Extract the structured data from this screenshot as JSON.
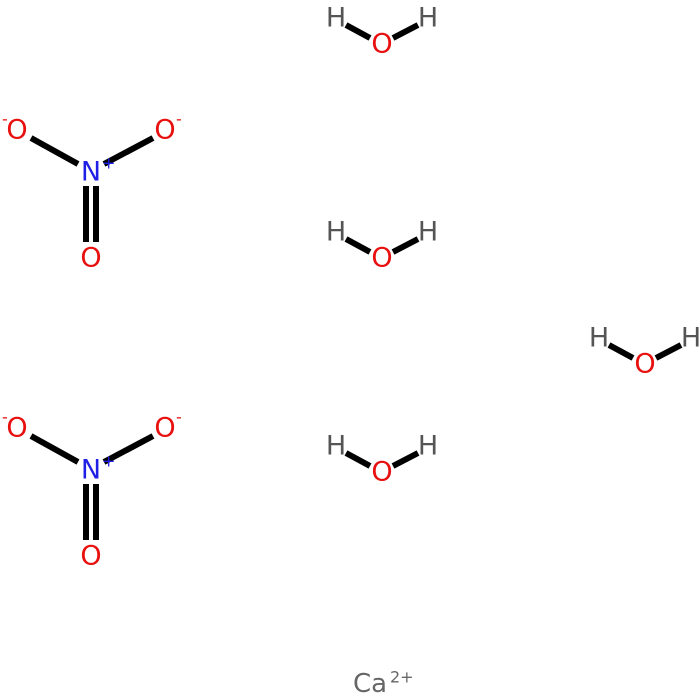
{
  "molecule": {
    "nitrate_1": {
      "O_left": "O",
      "O_left_charge": "-",
      "O_right": "O",
      "O_right_charge": "-",
      "N": "N",
      "N_charge": "+",
      "O_double": "O"
    },
    "nitrate_2": {
      "O_left": "O",
      "O_left_charge": "-",
      "O_right": "O",
      "O_right_charge": "-",
      "N": "N",
      "N_charge": "+",
      "O_double": "O"
    },
    "water": [
      {
        "H1": "H",
        "O": "O",
        "H2": "H"
      },
      {
        "H1": "H",
        "O": "O",
        "H2": "H"
      },
      {
        "H1": "H",
        "O": "O",
        "H2": "H"
      },
      {
        "H1": "H",
        "O": "O",
        "H2": "H"
      }
    ],
    "calcium": {
      "symbol": "Ca",
      "charge": "2+"
    }
  },
  "colors": {
    "oxygen": "#e8100f",
    "nitrogen": "#1f1fe6",
    "hydrogen": "#555555",
    "bond": "#000000"
  }
}
